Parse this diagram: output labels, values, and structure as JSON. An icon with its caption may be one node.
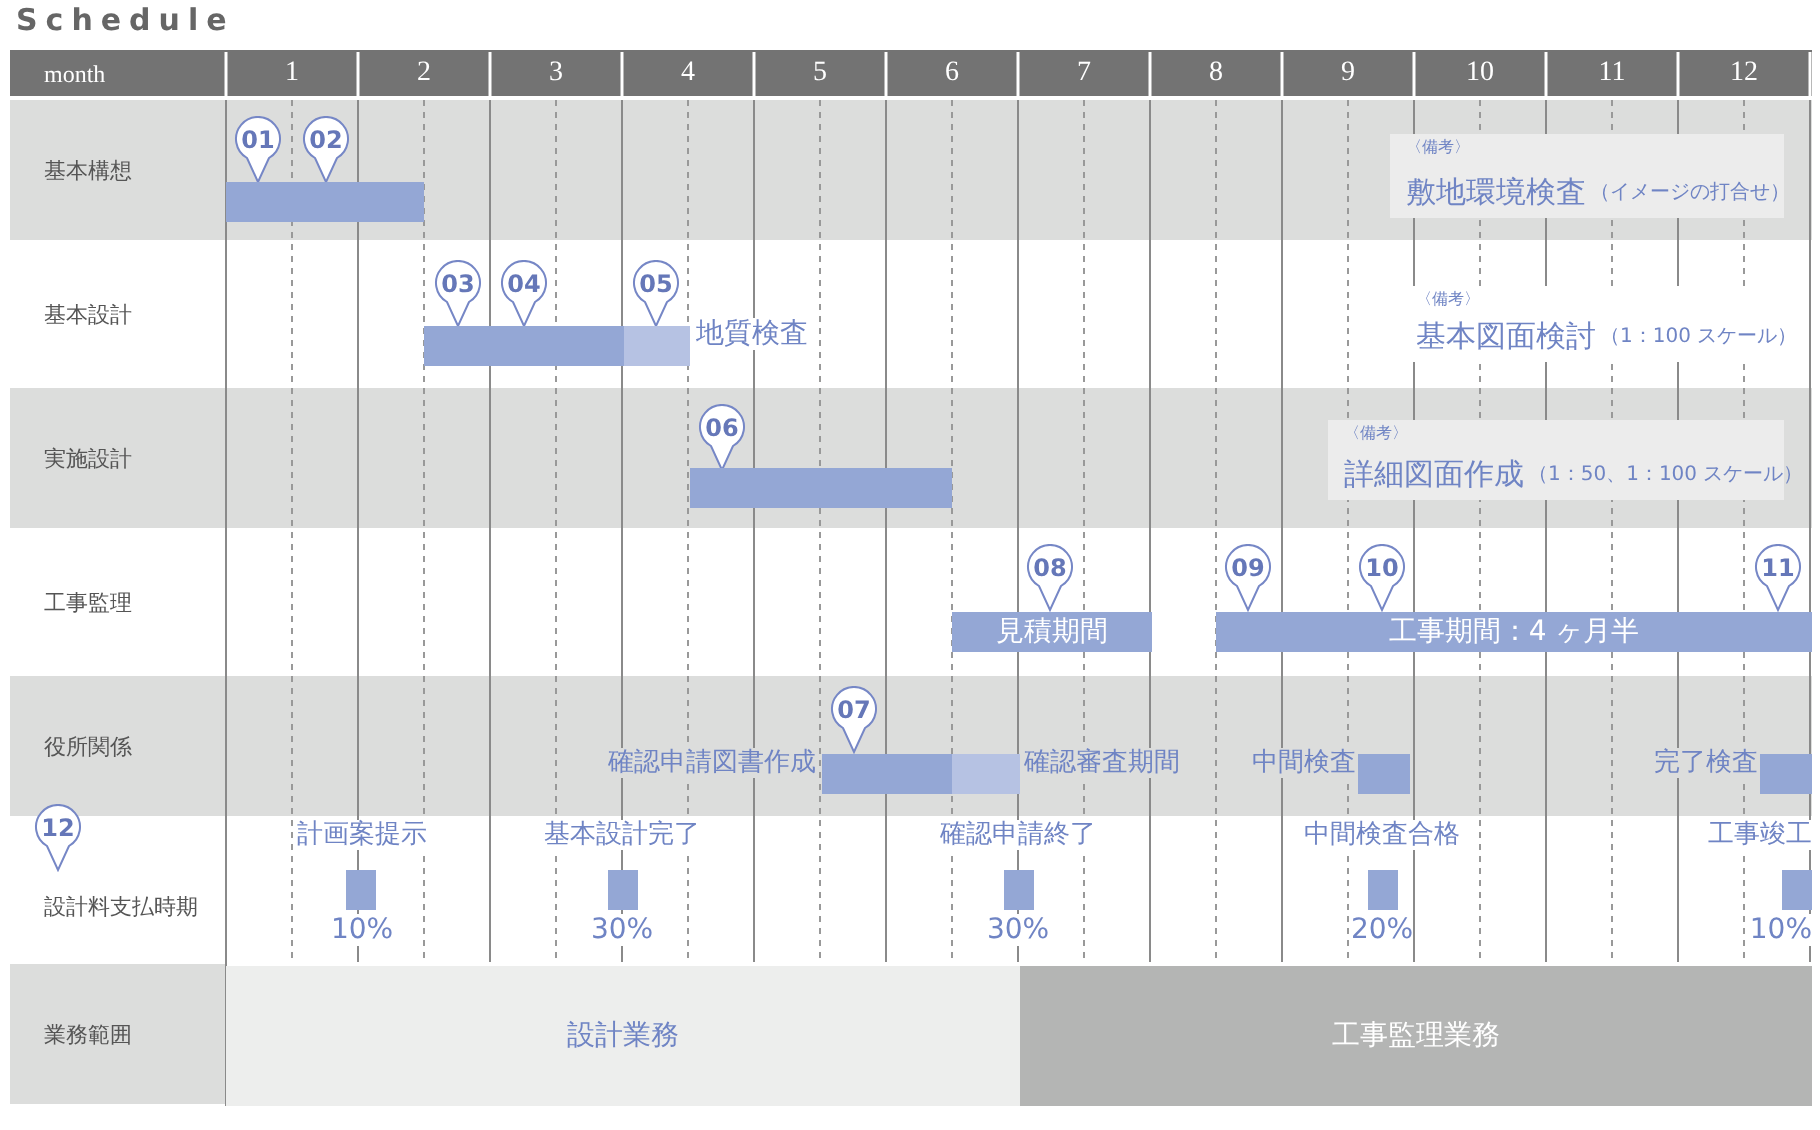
{
  "diagram": {
    "title": "Schedule",
    "nodes": [
      {
        "text": [
          "01"
        ]
      },
      {
        "text": [
          "02"
        ]
      },
      {
        "text": [],
        "shape": "bar"
      },
      {
        "text": [
          "〈備考〉",
          "敷地環境検査",
          "（イメージの打合せ）"
        ]
      },
      {
        "text": [
          "03"
        ]
      },
      {
        "text": [
          "04"
        ]
      },
      {
        "text": [
          "05"
        ]
      },
      {
        "text": [],
        "shape": "bar"
      },
      {
        "text": [],
        "shape": "bar",
        "beside": [
          "地質検査"
        ]
      },
      {
        "text": [
          "〈備考〉",
          "基本図面検討",
          "（1：100 スケール）"
        ]
      },
      {
        "text": [
          "06"
        ]
      },
      {
        "text": [],
        "shape": "bar"
      },
      {
        "text": [
          "〈備考〉",
          "詳細図面作成",
          "（1：50、1：100 スケール）"
        ]
      },
      {
        "text": [
          "08"
        ]
      },
      {
        "text": [
          "09"
        ]
      },
      {
        "text": [
          "10"
        ]
      },
      {
        "text": [
          "11"
        ]
      },
      {
        "text": [
          "見積期間"
        ]
      },
      {
        "text": [
          "工事期間：4 ヶ月半"
        ]
      },
      {
        "text": [
          "07"
        ]
      },
      {
        "text": [],
        "shape": "bar",
        "beside": [
          "確認申請図書作成"
        ]
      },
      {
        "text": [],
        "shape": "bar",
        "beside": [
          "確認審査期間"
        ]
      },
      {
        "text": [],
        "shape": "bar",
        "beside": [
          "中間検査"
        ]
      },
      {
        "text": [],
        "shape": "bar",
        "beside": [
          "完了検査"
        ]
      },
      {
        "text": [
          "12"
        ]
      },
      {
        "text": [],
        "shape": "bar",
        "beside": [
          "計画案提示",
          "10%"
        ]
      },
      {
        "text": [],
        "shape": "bar",
        "beside": [
          "基本設計完了",
          "30%"
        ]
      },
      {
        "text": [],
        "shape": "bar",
        "beside": [
          "確認申請終了",
          "30%"
        ]
      },
      {
        "text": [],
        "shape": "bar",
        "beside": [
          "中間検査合格",
          "20%"
        ]
      },
      {
        "text": [],
        "shape": "bar",
        "beside": [
          "工事竣工",
          "10%"
        ]
      },
      {
        "text": [
          "設計業務"
        ]
      },
      {
        "text": [
          "工事監理業務"
        ]
      }
    ],
    "labels": [
      "month",
      "1",
      "2",
      "3",
      "4",
      "5",
      "6",
      "7",
      "8",
      "9",
      "10",
      "11",
      "12",
      "基本構想",
      "基本設計",
      "実施設計",
      "工事監理",
      "役所関係",
      "設計料支払時期",
      "業務範囲"
    ]
  }
}
